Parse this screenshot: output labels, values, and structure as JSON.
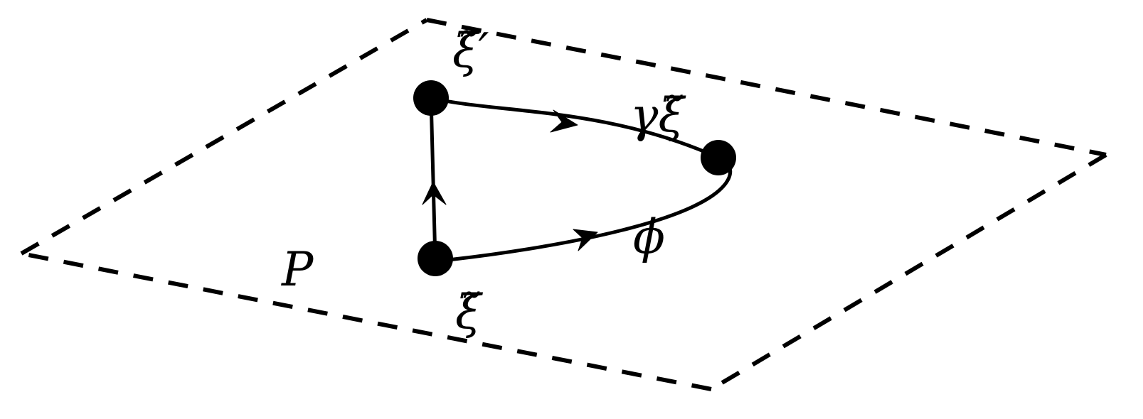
{
  "diagram": {
    "plane_label": "P",
    "labels": {
      "xi_prime": "ξ̃′",
      "gamma_xi": "γξ̃",
      "phi": "ϕ",
      "xi": "ξ̃"
    },
    "colors": {
      "ink": "#000000",
      "background": "#ffffff"
    }
  }
}
